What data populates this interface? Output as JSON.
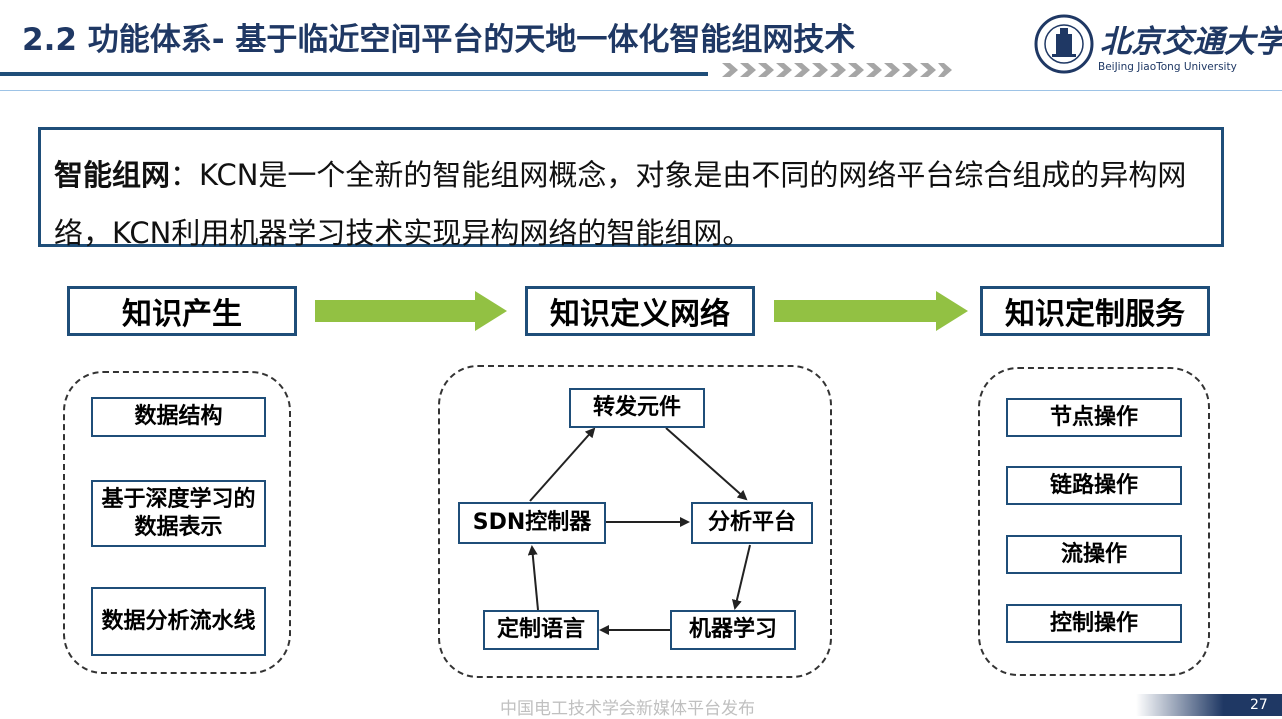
{
  "header": {
    "title": "2.2 功能体系- 基于临近空间平台的天地一体化智能组网技术",
    "logo_cn": "北京交通大学",
    "logo_en": "BeiJing JiaoTong University"
  },
  "definition": {
    "term": "智能组网",
    "text": "：KCN是一个全新的智能组网概念，对象是由不同的网络平台综合组成的异构网络，KCN利用机器学习技术实现异构网络的智能组网。"
  },
  "stages": [
    "知识产生",
    "知识定义网络",
    "知识定制服务"
  ],
  "left_items": [
    "数据结构",
    "基于深度学习的数据表示",
    "数据分析流水线"
  ],
  "cycle_nodes": {
    "forward": "转发元件",
    "sdn": "SDN控制器",
    "analysis": "分析平台",
    "language": "定制语言",
    "ml": "机器学习"
  },
  "right_items": [
    "节点操作",
    "链路操作",
    "流操作",
    "控制操作"
  ],
  "footer": {
    "watermark": "中国电工技术学会新媒体平台发布",
    "page_number": "27"
  },
  "colors": {
    "title": "#1f3864",
    "border": "#1f4e79",
    "arrow": "#92c143"
  }
}
